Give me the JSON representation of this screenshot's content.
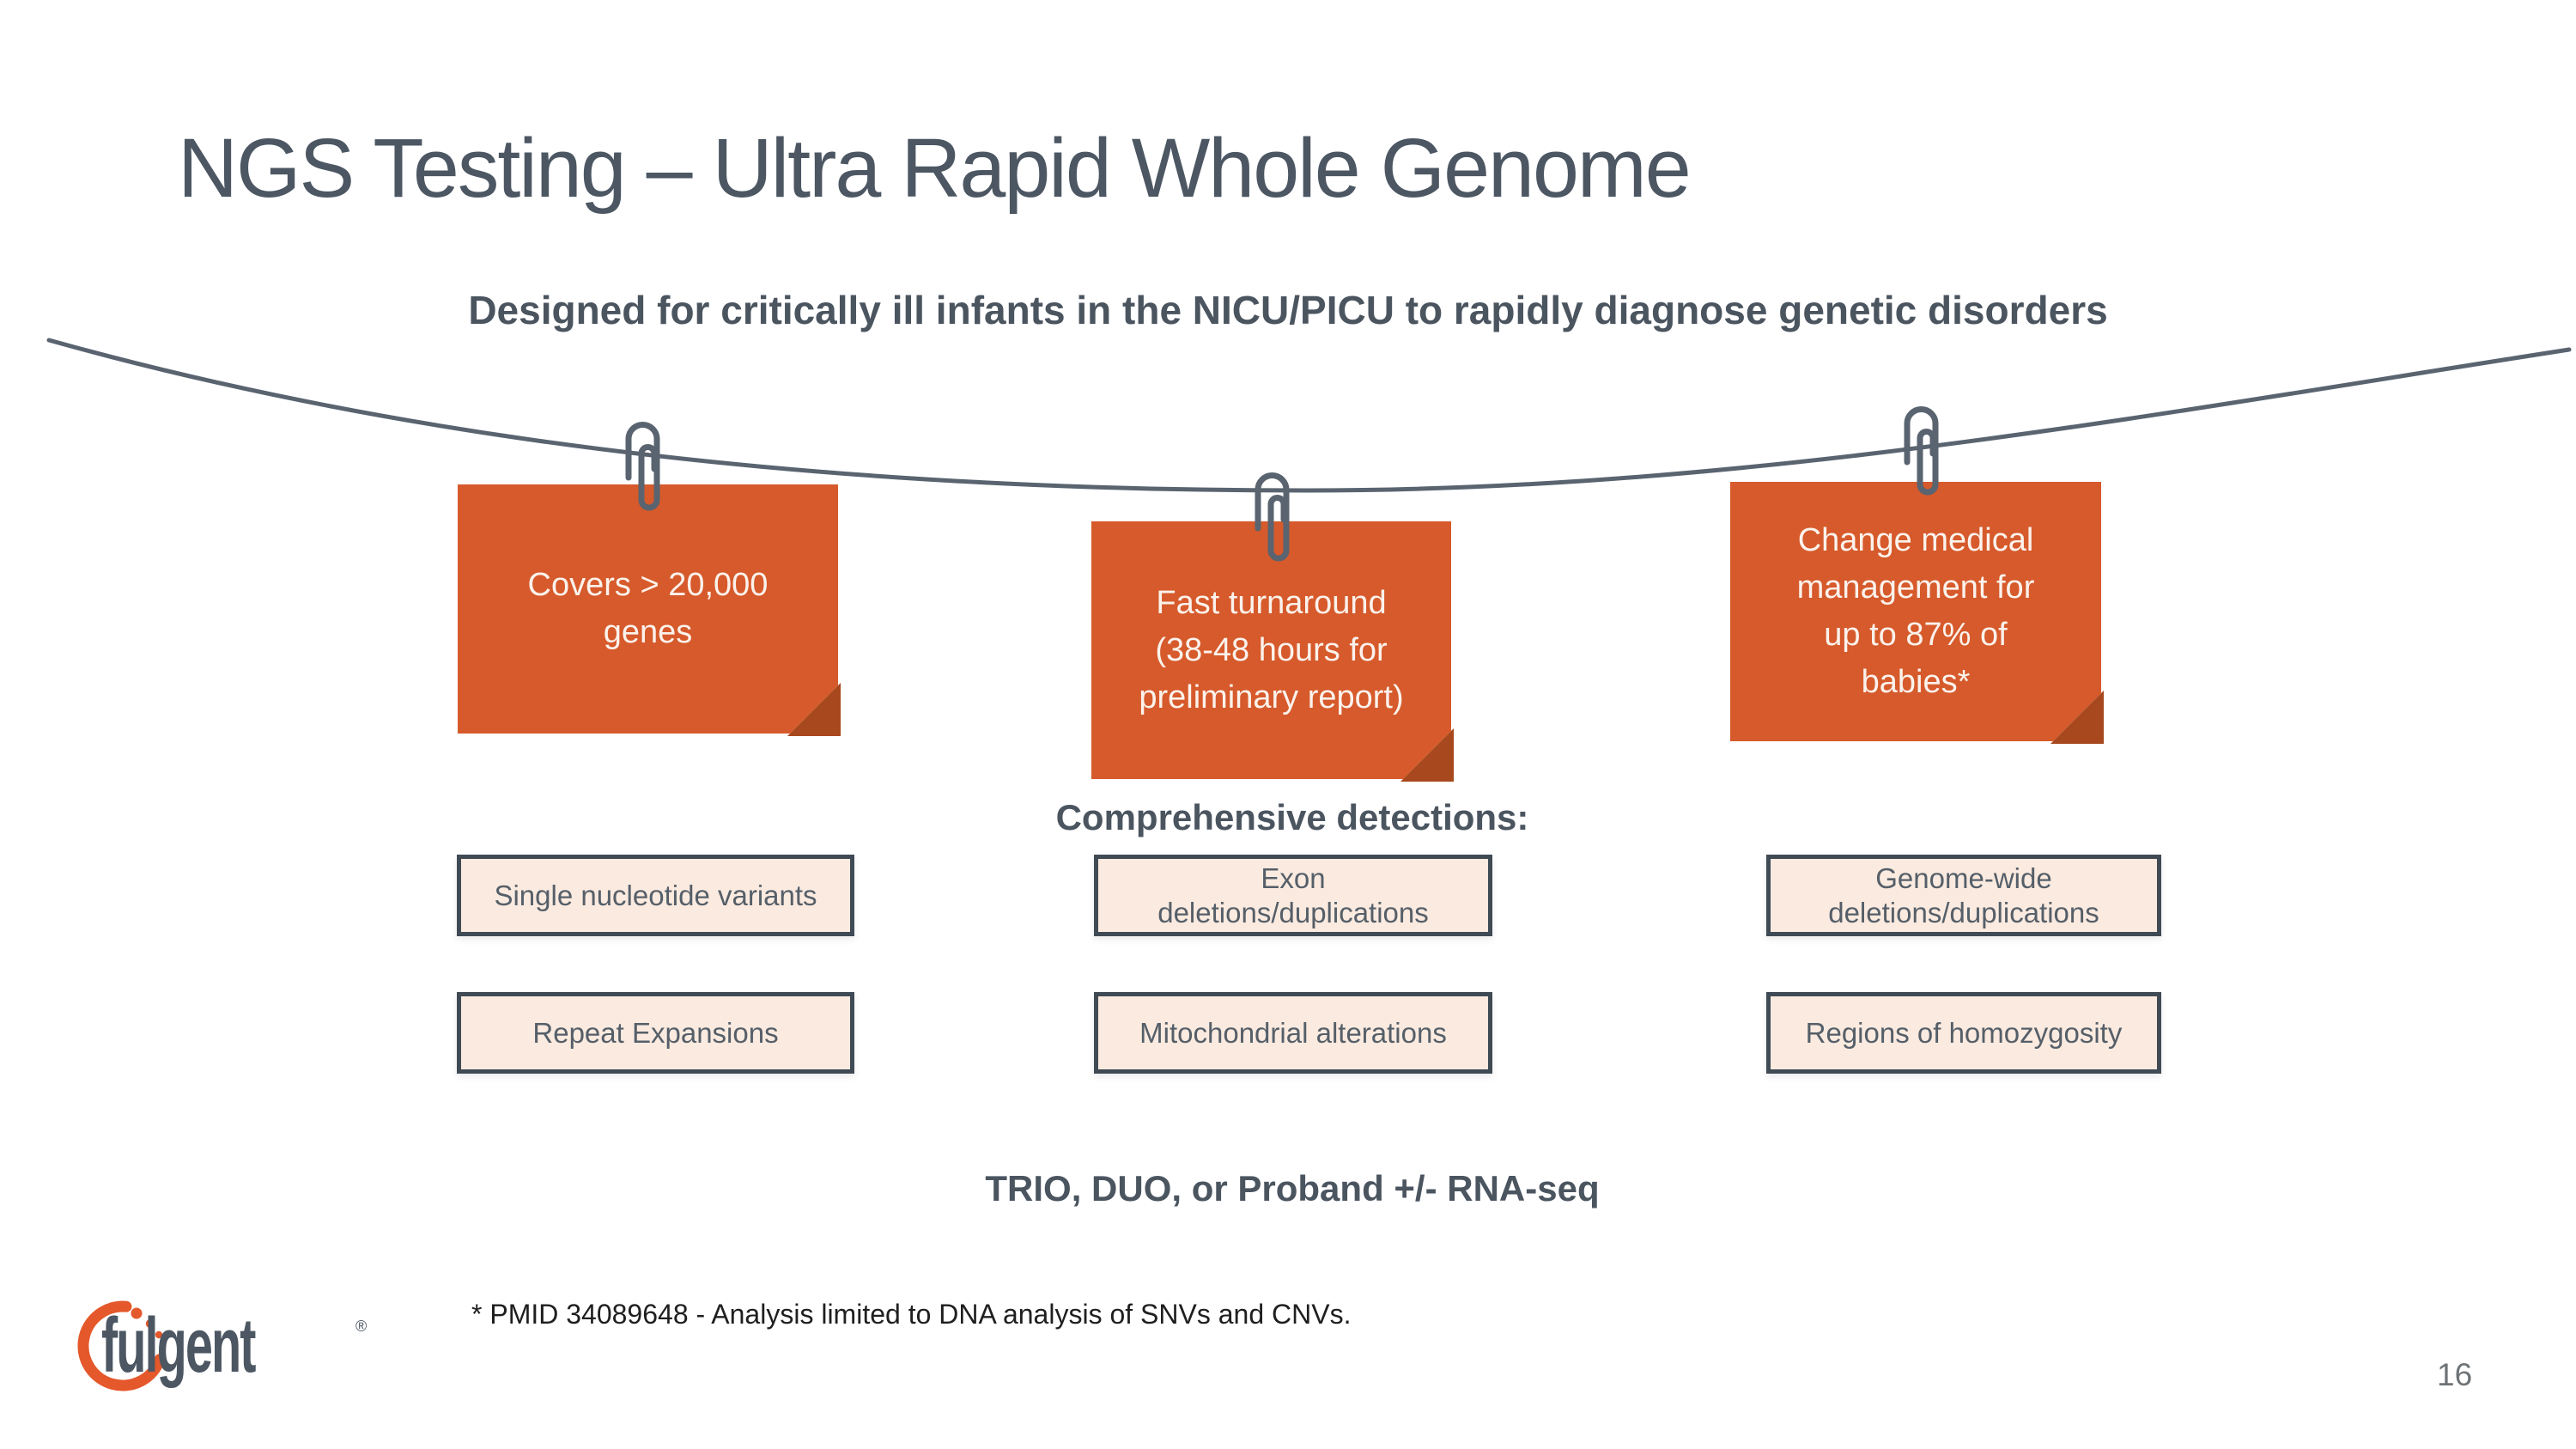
{
  "colors": {
    "note_orange": "#D65A2B",
    "fold_dark": "#A8481E",
    "slate": "#4C5763",
    "text_dark": "#4B5560",
    "box_border": "#3F4A55",
    "box_fill": "#FBEADF",
    "box_text": "#555F69",
    "wire_gray": "#5A6470",
    "note_text": "#FBF2EC",
    "footnote_black": "#1F1F1F",
    "page_gray": "#6E7377",
    "logo_orange": "#E4582B"
  },
  "header": {
    "title": "NGS Testing – Ultra Rapid Whole Genome",
    "subtitle": "Designed for critically ill infants in the NICU/PICU to rapidly diagnose genetic disorders"
  },
  "sticky_notes": [
    {
      "text": "Covers > 20,000\ngenes"
    },
    {
      "text": "Fast turnaround\n(38-48 hours for\npreliminary report)"
    },
    {
      "text": "Change medical\nmanagement for\nup to 87% of\nbabies*"
    }
  ],
  "detections": {
    "heading": "Comprehensive detections:",
    "items": [
      {
        "label": "Single nucleotide variants"
      },
      {
        "label": "Exon\ndeletions/duplications"
      },
      {
        "label": "Genome-wide\ndeletions/duplications"
      },
      {
        "label": "Repeat Expansions"
      },
      {
        "label": "Mitochondrial alterations"
      },
      {
        "label": "Regions of homozygosity"
      }
    ]
  },
  "footer": {
    "bottom_line": "TRIO, DUO, or Proband +/- RNA-seq",
    "footnote": "* PMID 34089648 - Analysis limited to DNA analysis of SNVs and CNVs.",
    "page_number": "16",
    "logo_text": "fulgent",
    "logo_registered": "®"
  }
}
